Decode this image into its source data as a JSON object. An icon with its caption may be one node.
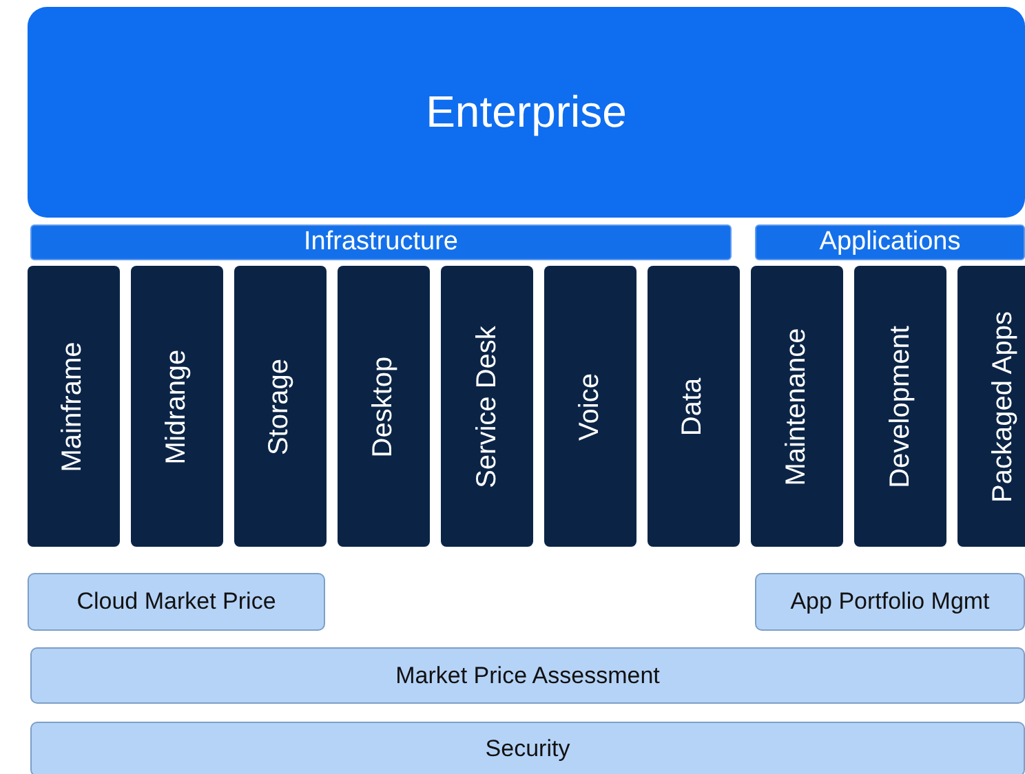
{
  "diagram": {
    "nodes": [
      {
        "text": [
          "Enterprise"
        ]
      },
      {
        "text": [
          "Infrastructure"
        ]
      },
      {
        "text": [
          "Applications"
        ]
      },
      {
        "text": [
          "Mainframe"
        ]
      },
      {
        "text": [
          "Midrange"
        ]
      },
      {
        "text": [
          "Storage"
        ]
      },
      {
        "text": [
          "Desktop"
        ]
      },
      {
        "text": [
          "Service Desk"
        ]
      },
      {
        "text": [
          "Voice"
        ]
      },
      {
        "text": [
          "Data"
        ]
      },
      {
        "text": [
          "Maintenance"
        ]
      },
      {
        "text": [
          "Development"
        ]
      },
      {
        "text": [
          "Packaged Apps"
        ]
      },
      {
        "text": [
          "Cloud Market Price"
        ]
      },
      {
        "text": [
          "App Portfolio Mgmt"
        ]
      },
      {
        "text": [
          "Market Price Assessment"
        ]
      },
      {
        "text": [
          "Security"
        ]
      }
    ]
  }
}
